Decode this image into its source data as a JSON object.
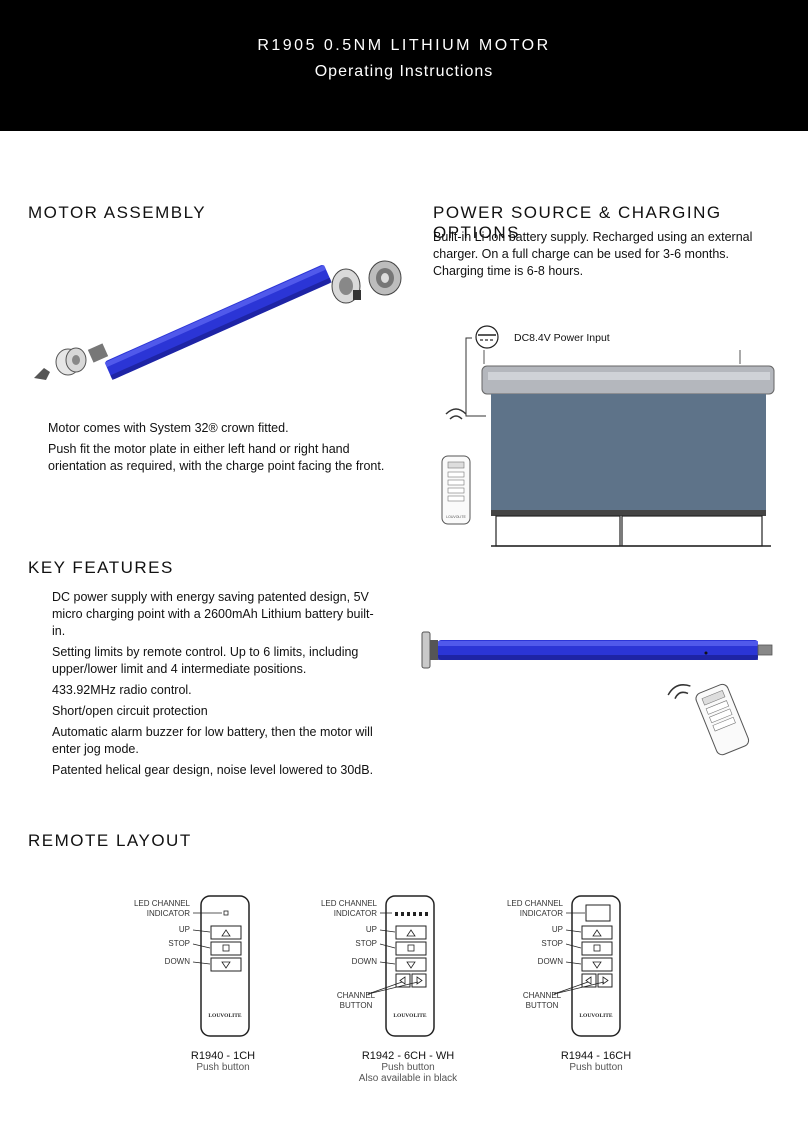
{
  "header": {
    "title": "R1905 0.5NM LITHIUM MOTOR",
    "subtitle": "Operating Instructions"
  },
  "motor_assembly": {
    "heading": "MOTOR ASSEMBLY",
    "text_1": "Motor comes with System 32® crown fitted.",
    "text_2": "Push fit the motor plate in either left hand or right hand orientation as required, with the charge point facing the front."
  },
  "power_source": {
    "heading": "POWER SOURCE & CHARGING OPTIONS",
    "text": "Built-in Li-ion battery supply. Recharged using an external charger. On a full charge can be used for 3-6 months. Charging time is 6-8 hours.",
    "dc_label": "DC8.4V Power Input",
    "remote_brand": "LOUVOLITE"
  },
  "key_features": {
    "heading": "KEY FEATURES",
    "items": [
      "DC power supply with energy saving patented design, 5V micro charging point with a 2600mAh Lithium battery built-in.",
      "Setting limits by remote control. Up to 6 limits, including upper/lower limit and 4 intermediate positions.",
      "433.92MHz radio control.",
      "Short/open circuit protection",
      "Automatic alarm buzzer for low battery, then the motor will enter jog mode.",
      "Patented helical gear design, noise level lowered to 30dB."
    ]
  },
  "remote_layout": {
    "heading": "REMOTE LAYOUT",
    "labels": {
      "led_1": "LED CHANNEL",
      "led_2": "INDICATOR",
      "up": "UP",
      "stop": "STOP",
      "down": "DOWN",
      "channel_1": "CHANNEL",
      "channel_2": "BUTTON",
      "brand": "LOUVOLITE"
    },
    "remotes": [
      {
        "model": "R1940 - 1CH",
        "type": "Push button",
        "note": ""
      },
      {
        "model": "R1942 - 6CH - WH",
        "type": "Push button",
        "note": "Also available in black"
      },
      {
        "model": "R1944 - 16CH",
        "type": "Push button",
        "note": ""
      }
    ]
  },
  "colors": {
    "header_bg": "#000000",
    "motor_tube": "#2b35d6",
    "blind_fabric": "#5e7389",
    "cassette": "#b4b7bd"
  }
}
